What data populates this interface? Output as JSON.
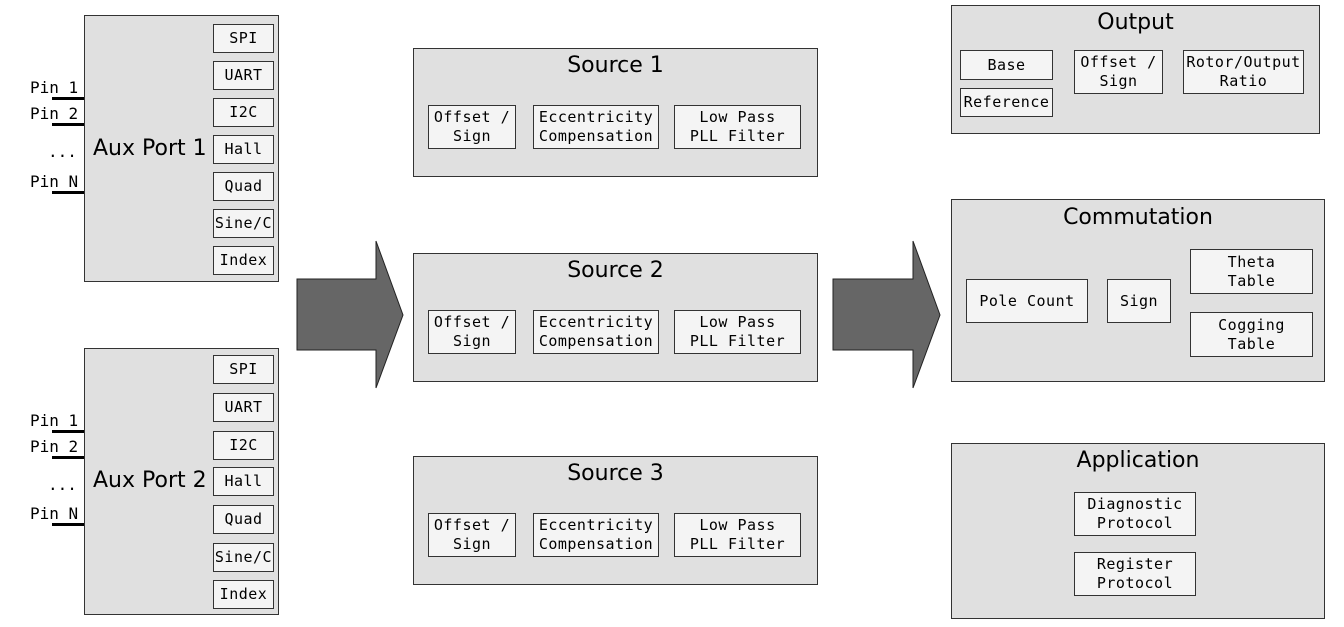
{
  "aux_ports": [
    {
      "name": "Aux Port 1",
      "pins": [
        "Pin 1",
        "Pin 2",
        "...",
        "Pin N"
      ],
      "interfaces": [
        "SPI",
        "UART",
        "I2C",
        "Hall",
        "Quad",
        "Sine/C",
        "Index"
      ]
    },
    {
      "name": "Aux Port 2",
      "pins": [
        "Pin 1",
        "Pin 2",
        "...",
        "Pin N"
      ],
      "interfaces": [
        "SPI",
        "UART",
        "I2C",
        "Hall",
        "Quad",
        "Sine/C",
        "Index"
      ]
    }
  ],
  "sources": [
    {
      "title": "Source 1",
      "blocks": [
        "Offset /\nSign",
        "Eccentricity\nCompensation",
        "Low Pass\nPLL Filter"
      ]
    },
    {
      "title": "Source 2",
      "blocks": [
        "Offset /\nSign",
        "Eccentricity\nCompensation",
        "Low Pass\nPLL Filter"
      ]
    },
    {
      "title": "Source 3",
      "blocks": [
        "Offset /\nSign",
        "Eccentricity\nCompensation",
        "Low Pass\nPLL Filter"
      ]
    }
  ],
  "output": {
    "title": "Output",
    "blocks": [
      "Base",
      "Reference",
      "Offset /\nSign",
      "Rotor/Output\nRatio"
    ]
  },
  "commutation": {
    "title": "Commutation",
    "blocks": [
      "Pole Count",
      "Sign",
      "Theta\nTable",
      "Cogging\nTable"
    ]
  },
  "application": {
    "title": "Application",
    "blocks": [
      "Diagnostic\nProtocol",
      "Register\nProtocol"
    ]
  },
  "colors": {
    "panel_fill": "#e0e0e0",
    "box_fill": "#f4f4f4",
    "arrow_fill": "#666666",
    "stroke": "#333333"
  }
}
